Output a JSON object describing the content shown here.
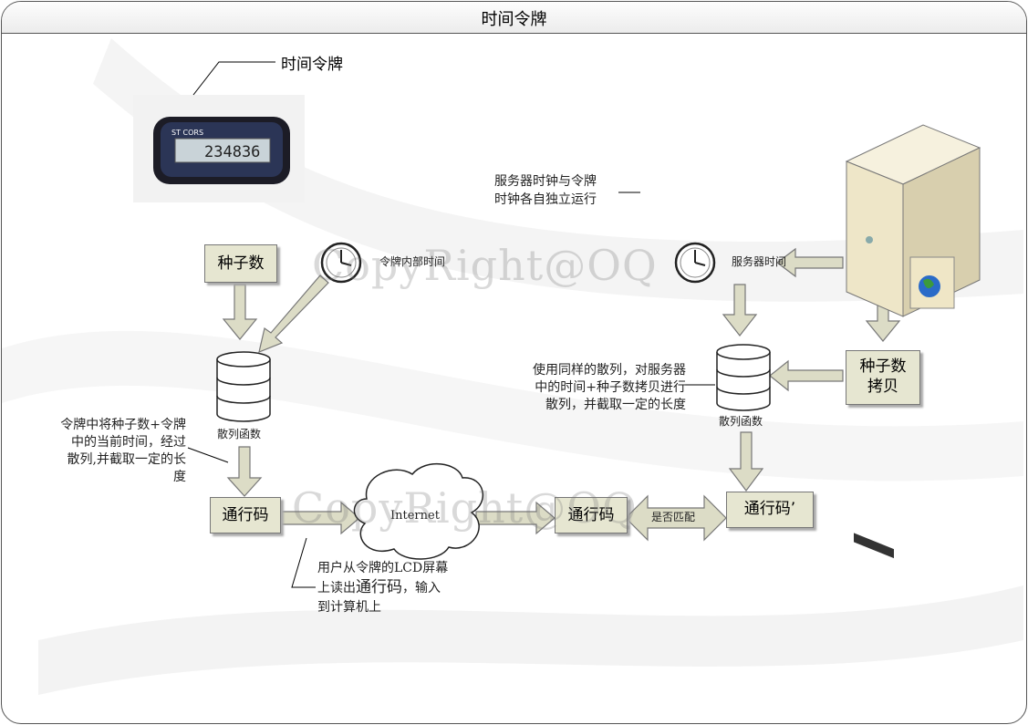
{
  "title": "时间令牌",
  "token_label": "时间令牌",
  "token_display": "234836",
  "token_brand": "ST CORS",
  "nodes": {
    "seed": "种子数",
    "seed_copy_1": "种子数",
    "seed_copy_2": "拷贝",
    "hash_left": "散列函数",
    "hash_right": "散列函数",
    "passcode_left": "通行码",
    "passcode_mid": "通行码",
    "passcode_right": "通行码’",
    "internet": "Internet"
  },
  "labels": {
    "token_time": "令牌内部时间",
    "server_time": "服务器时间",
    "match": "是否匹配",
    "clock_note_1": "服务器时钟与令牌",
    "clock_note_2": "时钟各自独立运行",
    "left_note": [
      "令牌中将种子数+令牌",
      "中的当前时间，经过",
      "散列,并截取一定的长",
      "度"
    ],
    "right_note": [
      "使用同样的散列，对服务器",
      "中的时间+种子数拷贝进行",
      "散列，并截取一定的长度"
    ],
    "user_note_1": "用户从令牌的LCD屏幕",
    "user_note_2a": "上读出",
    "user_note_2b": "通行码",
    "user_note_2c": "，输入",
    "user_note_3": "到计算机上"
  },
  "watermark": "CopyRight@OQ",
  "colors": {
    "box_fill": "#e6e6d1",
    "arrow_fill": "#dcdcc6",
    "arrow_stroke": "#777777"
  }
}
